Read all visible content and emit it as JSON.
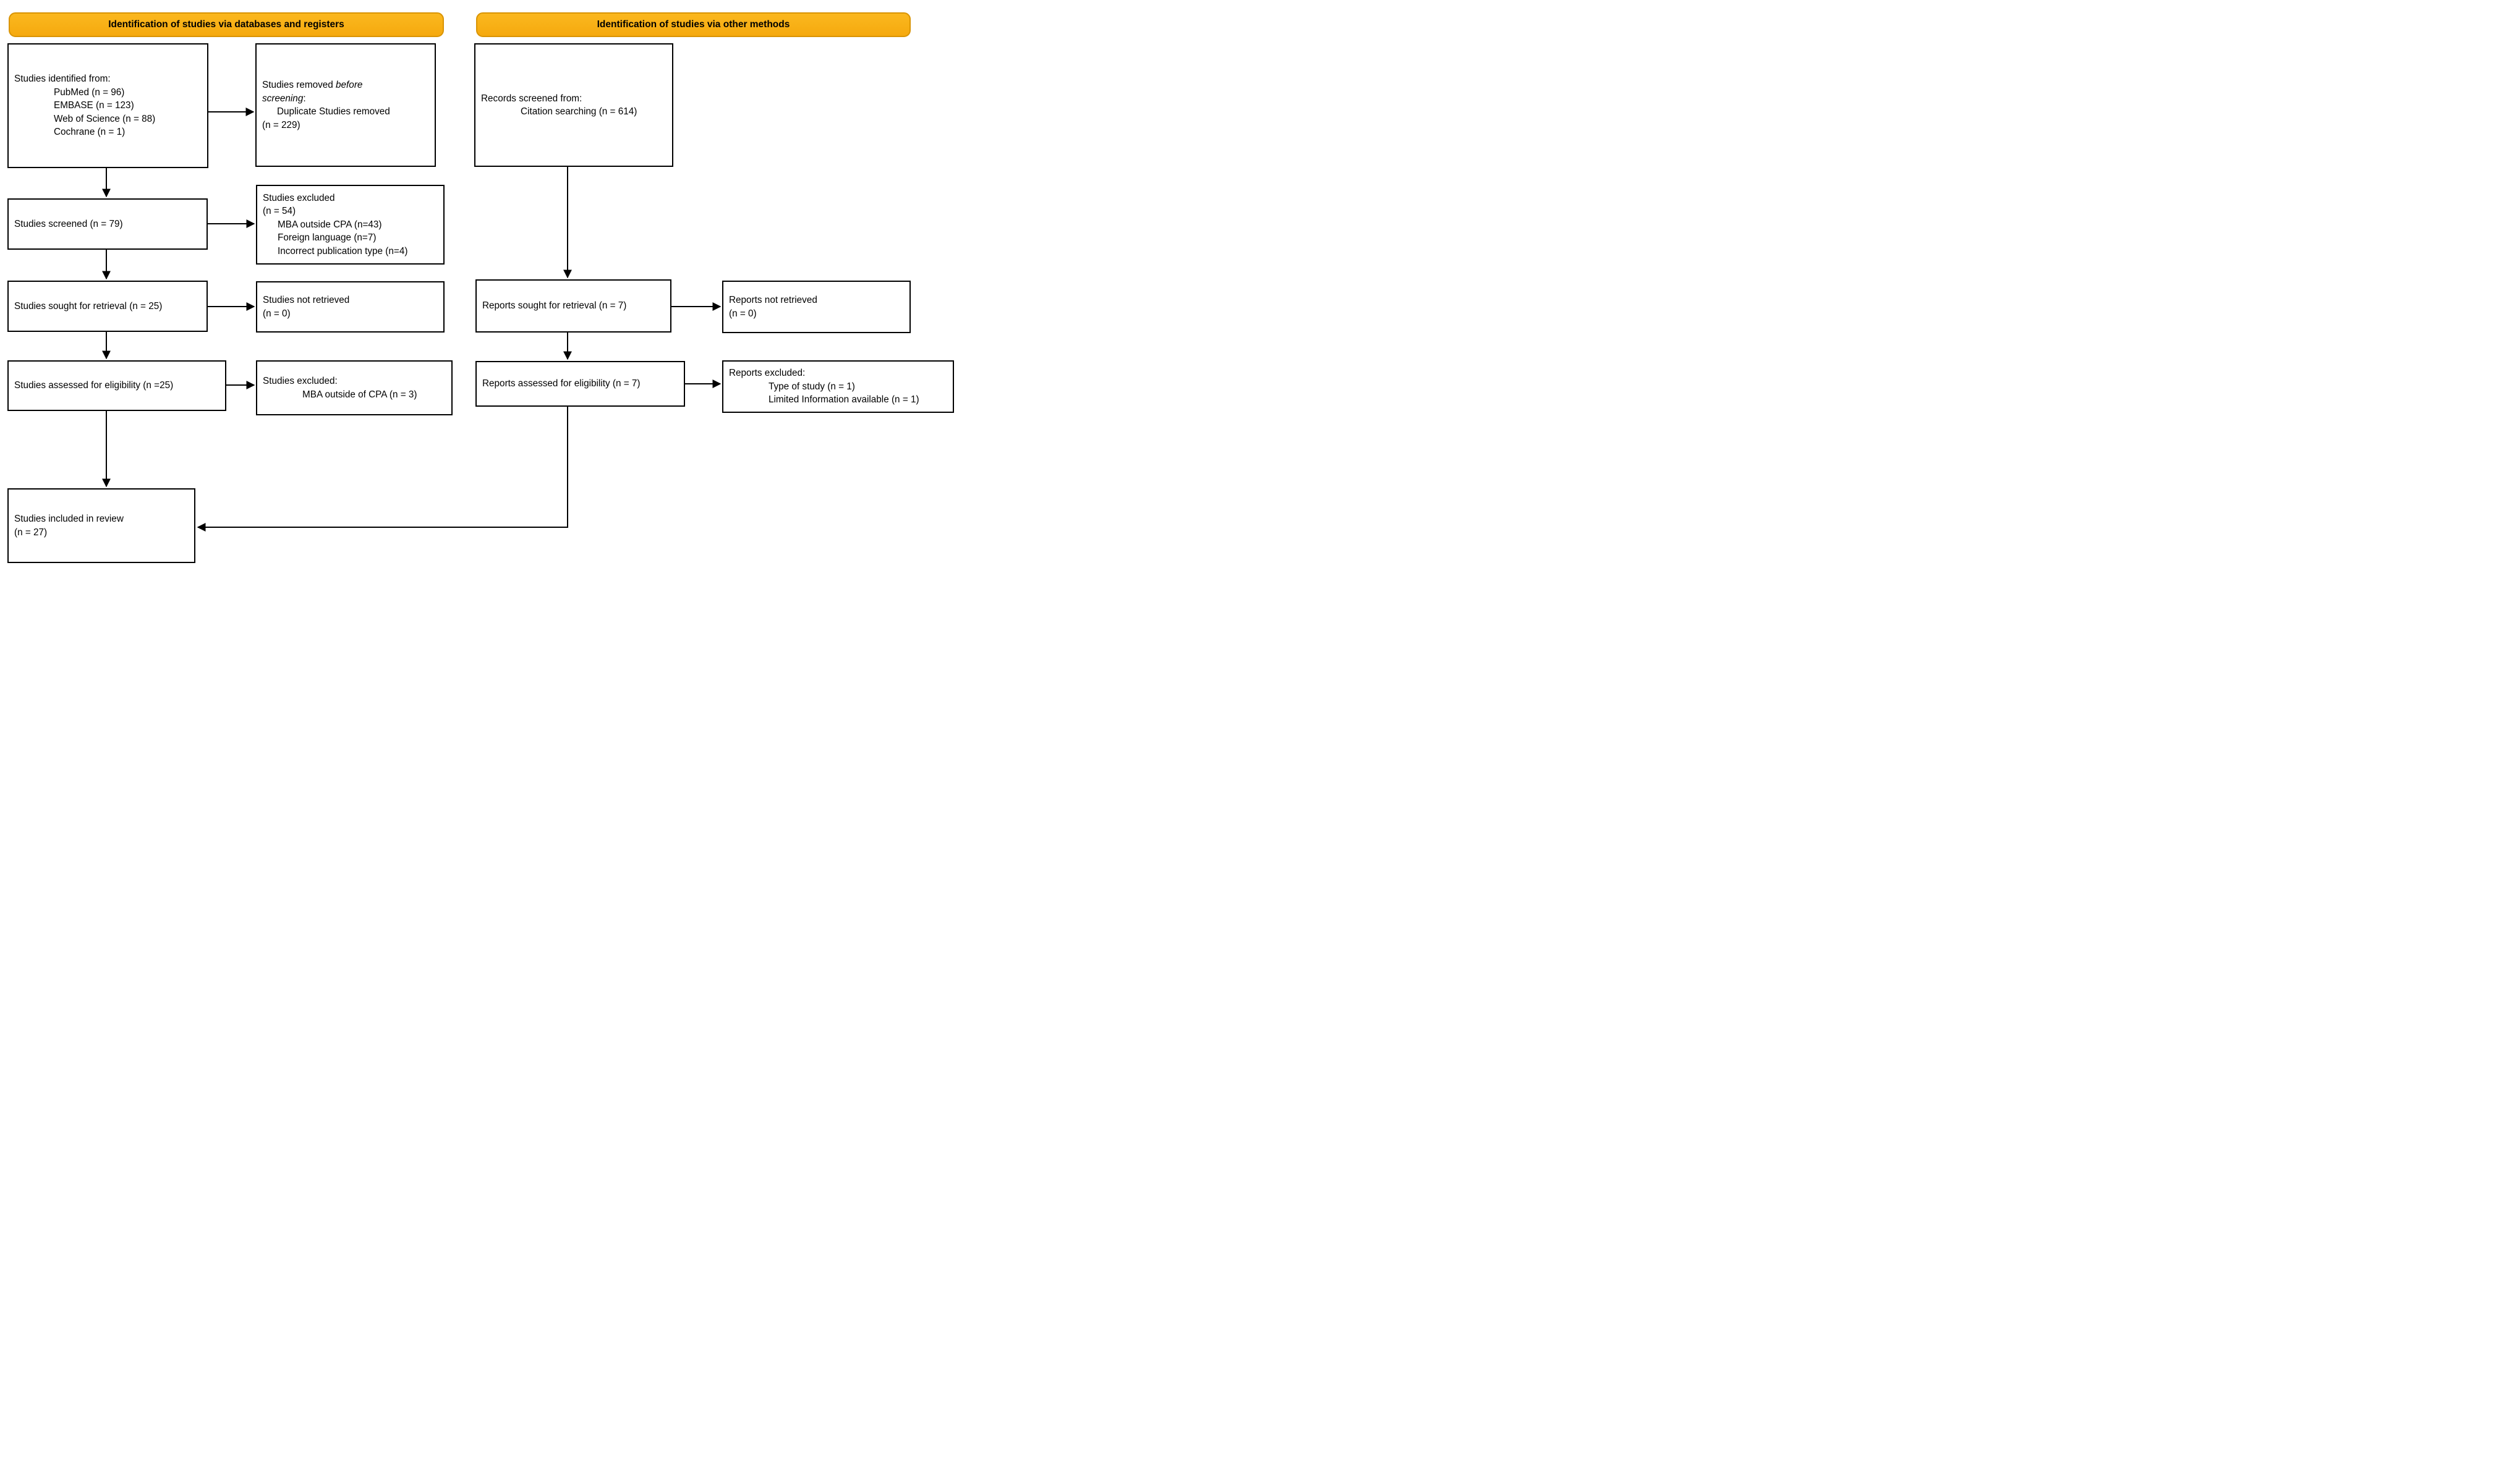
{
  "banners": [
    {
      "label": "Identification of studies via databases and registers"
    },
    {
      "label": "Identification of studies via other methods"
    }
  ],
  "boxes": {
    "db_identified": {
      "title": "Studies identified from:",
      "items": [
        "PubMed (n = 96)",
        "EMBASE (n = 123)",
        "Web of Science (n = 88)",
        "Cochrane (n = 1)"
      ]
    },
    "db_removed": {
      "line1_prefix": "Studies removed ",
      "line1_italic": "before",
      "line2_italic": "screening",
      "line2_suffix": ":",
      "item": "Duplicate Studies removed",
      "count": "(n = 229)"
    },
    "db_screened": {
      "title": "Studies screened (n = 79)"
    },
    "db_excluded_screening": {
      "title": "Studies excluded",
      "count": "(n = 54)",
      "items": [
        "MBA outside CPA (n=43)",
        "Foreign language (n=7)",
        "Incorrect publication type (n=4)"
      ]
    },
    "db_sought": {
      "title": "Studies sought for retrieval (n = 25)"
    },
    "db_not_retrieved": {
      "line1": "Studies not retrieved",
      "line2": "(n = 0)"
    },
    "db_assessed": {
      "title": "Studies assessed for eligibility (n =25)"
    },
    "db_excluded_eligibility": {
      "title": "Studies excluded:",
      "items": [
        "MBA outside of CPA (n = 3)"
      ]
    },
    "other_screened": {
      "title": "Records screened from:",
      "items": [
        "Citation searching (n = 614)"
      ]
    },
    "other_sought": {
      "title": "Reports sought for retrieval (n = 7)"
    },
    "other_not_retrieved": {
      "line1": "Reports not retrieved",
      "line2": "(n = 0)"
    },
    "other_assessed": {
      "title": "Reports assessed for eligibility (n = 7)"
    },
    "other_excluded": {
      "title": "Reports excluded:",
      "items": [
        "Type of study (n = 1)",
        "Limited Information available (n = 1)"
      ]
    },
    "included": {
      "line1": "Studies included in review",
      "line2": "(n = 27)"
    }
  },
  "colors": {
    "banner_fill": "#F9AC15",
    "banner_border": "#D99405",
    "box_border": "#000000",
    "arrow_color": "#000000",
    "text_color": "#000000",
    "background": "#FFFFFF"
  }
}
